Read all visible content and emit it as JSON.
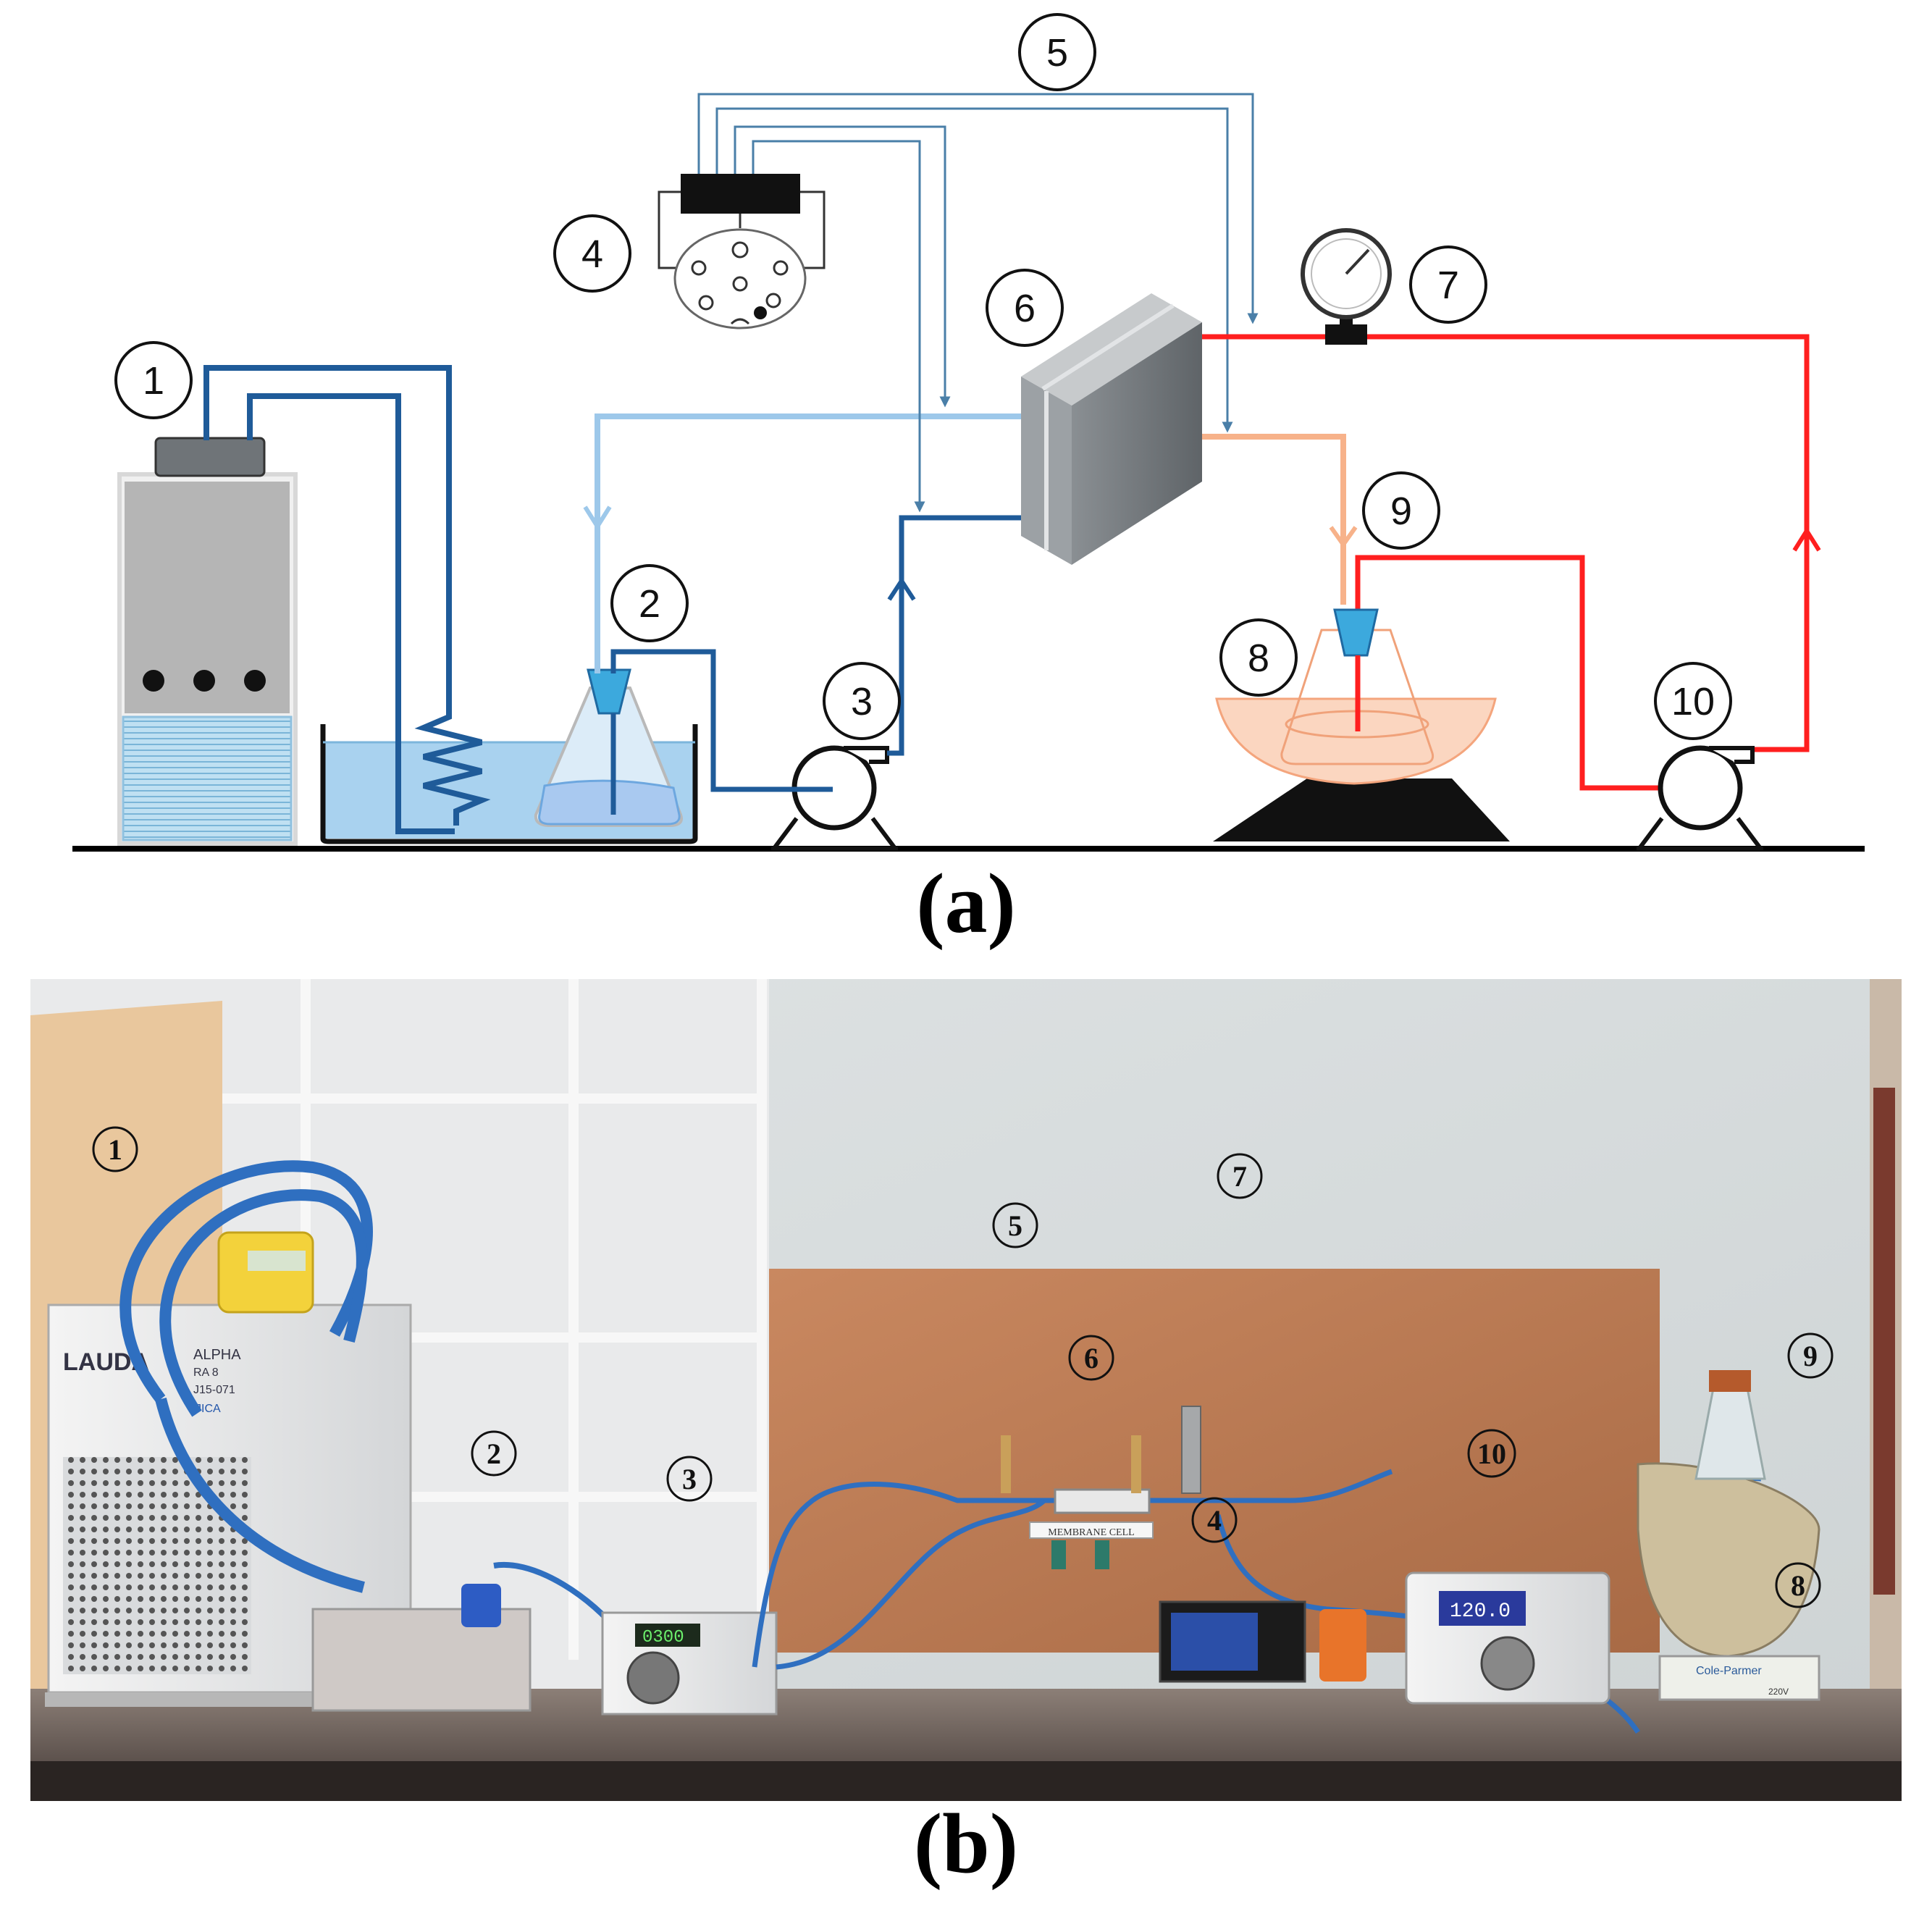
{
  "figure": {
    "caption_a": "(a)",
    "caption_b": "(b)"
  },
  "schematic": {
    "markers": [
      "1",
      "2",
      "3",
      "4",
      "5",
      "6",
      "7",
      "8",
      "9",
      "10"
    ]
  },
  "photo": {
    "markers": [
      "1",
      "2",
      "3",
      "4",
      "5",
      "6",
      "7",
      "8",
      "9",
      "10"
    ],
    "device_text": {
      "chiller_brand": "LAUDA",
      "chiller_model": "ALPHA",
      "chiller_model_2": "RA 8",
      "chiller_tag": "J15-071",
      "chiller_sticker": "JICA",
      "cell_plate": "MEMBRANE CELL",
      "pump3_display": "0300",
      "pump10_display": "120.0",
      "hotplate_brand": "Cole-Parmer",
      "hotplate_voltage": "220V"
    }
  },
  "colors": {
    "cold_loop": "#1f5b99",
    "cold_feed": "#9dc8ea",
    "hot_loop": "#ff1f1f",
    "permeate_out": "#f7b28a",
    "signal_wire": "#4a7fa8",
    "cell_gray": "#6f7478",
    "water_blue": "#a9d2ef",
    "bath_orange": "#fbd6c0"
  }
}
